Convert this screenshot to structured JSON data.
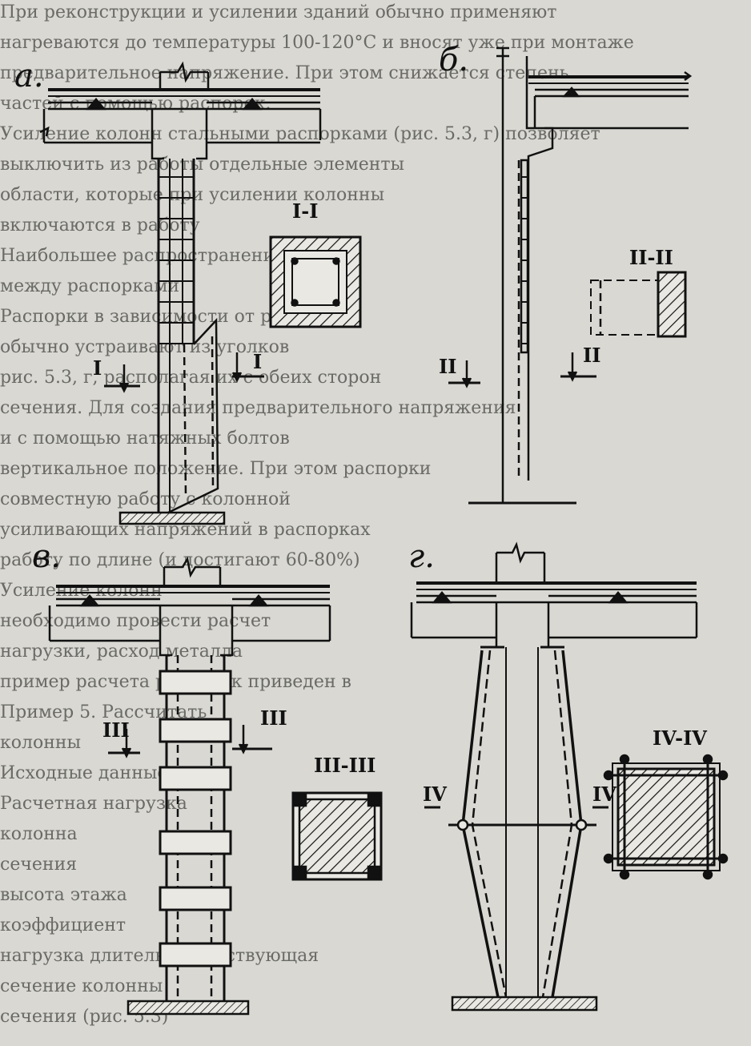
{
  "panels": {
    "a": {
      "letter": "а.",
      "section_title": "I-I",
      "cut_left": "I",
      "cut_right": "I"
    },
    "b": {
      "letter": "б.",
      "section_title": "II-II",
      "cut_left": "II",
      "cut_right": "II"
    },
    "c": {
      "letter": "в.",
      "section_title": "III-III",
      "cut_left": "III",
      "cut_right": "III"
    },
    "d": {
      "letter": "г.",
      "section_title": "IV-IV",
      "cut_left": "IV",
      "cut_right": "IV"
    }
  },
  "background_text": [
    "При реконструкции и усилении зданий обычно применяют",
    "нагреваются до температуры 100-120°С и вносят уже при монтаже",
    "предварительное напряжение. При этом снижается степень",
    "частей с помощью распорок.",
    "Усиление колонн стальными распорками (рис. 5.3, г) позволяет",
    "выключить из работы отдельные элементы",
    "области, которые при усилении колонны",
    "включаются в работу",
    "Наибольшее распространение нашли",
    "между распорками",
    "Распорки в зависимости от размеров",
    "обычно устраивают из уголков",
    "рис. 5.3, г, располагая их с обеих сторон",
    "сечения. Для создания предварительного напряжения",
    "и с помощью натяжных болтов",
    "вертикальное положение. При этом распорки",
    "совместную работу с колонной",
    "усиливающих напряжений в распорках",
    "работу по длине (и достигают 60-80%)",
    "Усиление колонн",
    "необходимо провести расчет",
    "нагрузки, расход металла",
    "пример расчета распорок приведен в",
    "Пример 5. Рассчитать",
    "колонны",
    "Исходные данные",
    "Расчетная нагрузка",
    "колонна",
    "сечения",
    "высота этажа",
    "коэффициент",
    "нагрузка длительно действующая",
    "сечение колонны",
    "сечения (рис. 5.3)"
  ]
}
